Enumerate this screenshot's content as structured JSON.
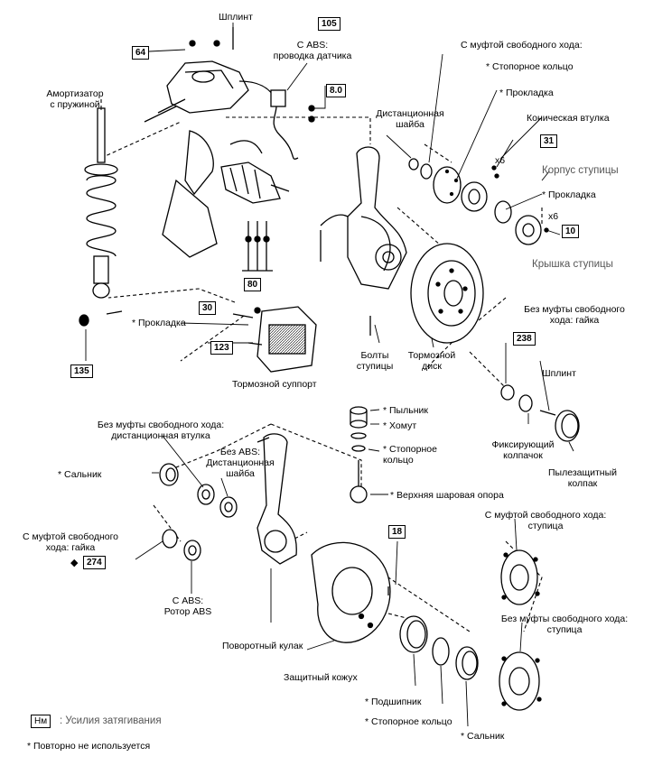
{
  "labels": {
    "shplint_top": "Шплинт",
    "abs_wire": "С ABS:\nпроводка датчика",
    "shock": "Амортизатор\nс пружиной",
    "dist_washer": "Дистанционная\nшайба",
    "with_fw_head": "С муфтой свободного хода:",
    "retaining_ring": "* Стопорное кольцо",
    "gasket1": "* Прокладка",
    "cone_bush": "Коническая втулка",
    "x6a": "x6",
    "hub_body": "Корпус ступицы",
    "gasket2": "* Прокладка",
    "x6b": "x6",
    "hub_cap": "Крышка ступицы",
    "gasket_left": "* Прокладка",
    "no_fw_nut": "Без муфты свободного\nхода: гайка",
    "hub_bolts": "Болты\nступицы",
    "brake_disc": "Тормозной\nдиск",
    "caliper": "Тормозной суппорт",
    "shplint2": "Шплинт",
    "lock_cap": "Фиксирующий\nколпачок",
    "dust_cap": "Пылезащитный\nколпак",
    "no_fw_spacer": "Без муфты свободного хода:\nдистанционная втулка",
    "no_abs_washer": "Без ABS:\nДистанционная\nшайба",
    "dust_boot": "* Пыльник",
    "clamp": "* Хомут",
    "snap_ring": "* Стопорное\nкольцо",
    "upper_ball": "* Верхняя шаровая опора",
    "seal_left": "* Сальник",
    "with_fw_nut": "С муфтой свободного\nхода: гайка",
    "abs_rotor": "С ABS:\nРотор ABS",
    "with_fw_hub": "С муфтой свободного хода:\nступица",
    "no_fw_hub": "Без муфты свободного хода:\nступица",
    "knuckle": "Поворотный кулак",
    "shield": "Защитный кожух",
    "bearing": "* Подшипник",
    "retaining_ring2": "* Стопорное кольцо",
    "seal_right": "* Сальник",
    "legend_box": "Нм",
    "legend_text": ": Усилия затягивания",
    "not_reused": "* Повторно не используется"
  },
  "torques": {
    "t105": "105",
    "t64": "64",
    "t80a": "8.0",
    "t31": "31",
    "t10": "10",
    "t80b": "80",
    "t30": "30",
    "t123": "123",
    "t135": "135",
    "t238": "238",
    "t18": "18",
    "t274": "274",
    "diamond": "◆"
  }
}
